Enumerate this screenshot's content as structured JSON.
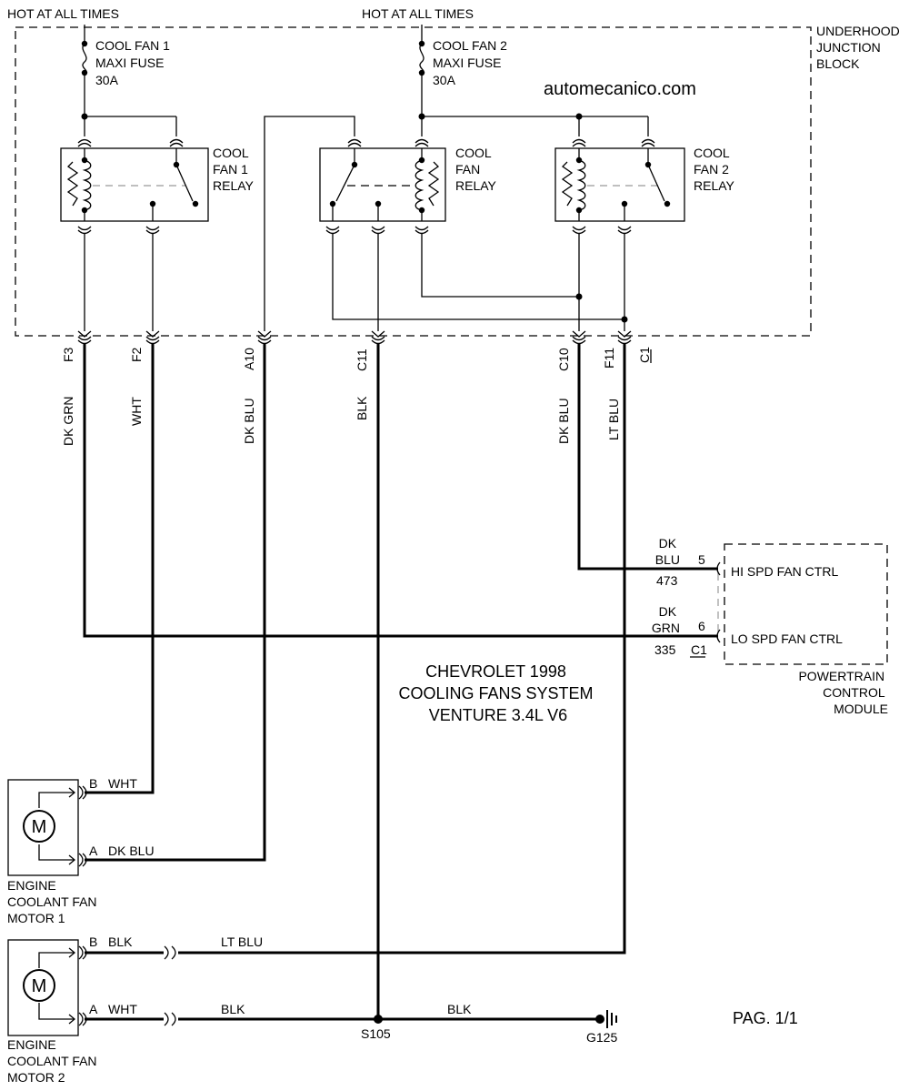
{
  "watermark": "automecanico.com",
  "page_label": "PAG. 1/1",
  "title_lines": [
    "CHEVROLET 1998",
    "COOLING FANS SYSTEM",
    "VENTURE 3.4L V6"
  ],
  "hot_labels": [
    "HOT AT ALL TIMES",
    "HOT AT ALL TIMES"
  ],
  "junction_block": [
    "UNDERHOOD",
    "JUNCTION",
    "BLOCK"
  ],
  "fuse1": [
    "COOL FAN 1",
    "MAXI FUSE",
    "30A"
  ],
  "fuse2": [
    "COOL FAN 2",
    "MAXI FUSE",
    "30A"
  ],
  "relay1": [
    "COOL",
    "FAN 1",
    "RELAY"
  ],
  "relay_center": [
    "COOL",
    "FAN",
    "RELAY"
  ],
  "relay2": [
    "COOL",
    "FAN 2",
    "RELAY"
  ],
  "pins": [
    "F3",
    "F2",
    "A10",
    "C11",
    "C10",
    "F11",
    "C1"
  ],
  "wire_colors": [
    "DK GRN",
    "WHT",
    "DK BLU",
    "BLK",
    "DK BLU",
    "LT BLU"
  ],
  "pcm": {
    "name": [
      "POWERTRAIN",
      "CONTROL",
      "MODULE"
    ],
    "hi_circuit": {
      "color": [
        "DK",
        "BLU"
      ],
      "pin": "5",
      "circuit": "473",
      "label": "HI SPD FAN CTRL"
    },
    "lo_circuit": {
      "color": [
        "DK",
        "GRN"
      ],
      "pin": "6",
      "circuit": "335",
      "connector": "C1",
      "label": "LO SPD FAN CTRL"
    }
  },
  "motor1": {
    "symbol": "M",
    "name": [
      "ENGINE",
      "COOLANT FAN",
      "MOTOR 1"
    ],
    "pin_b": "B",
    "pin_b_color": "WHT",
    "pin_a": "A",
    "pin_a_color": "DK BLU"
  },
  "motor2": {
    "symbol": "M",
    "name": [
      "ENGINE",
      "COOLANT FAN",
      "MOTOR 2"
    ],
    "pin_b": "B",
    "pin_b_color": "BLK",
    "pin_b_wire2": "LT BLU",
    "pin_a": "A",
    "pin_a_color": "WHT",
    "pin_a_wire2": "BLK"
  },
  "splice": "S105",
  "ground": "G125",
  "ground_wire": "BLK"
}
